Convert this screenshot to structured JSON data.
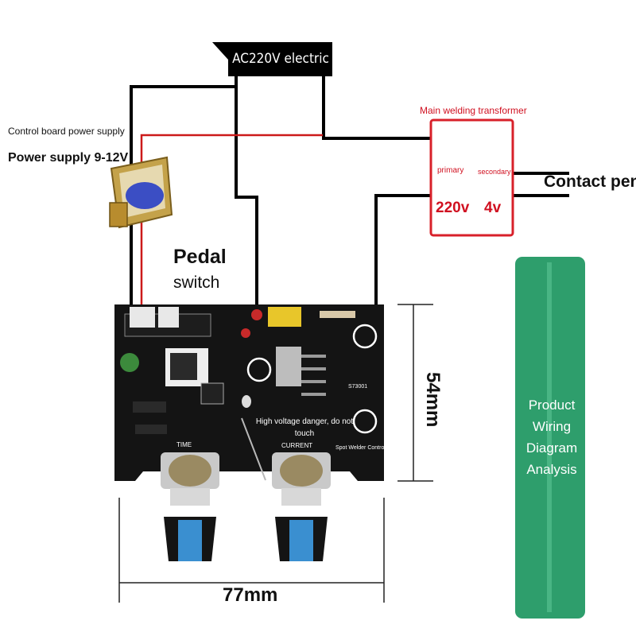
{
  "labels": {
    "ac": "AC220V electric",
    "control_board_supply": "Control board power supply",
    "power_supply": "Power supply 9-12V",
    "pedal": "Pedal",
    "switch": "switch",
    "transformer_title": "Main welding transformer",
    "primary": "primary",
    "secondary": "secondary",
    "v220": "220v",
    "v4": "4v",
    "contact_pen": "Contact pen",
    "height": "54mm",
    "width": "77mm"
  },
  "pcb": {
    "warning": "High voltage danger, do not touch",
    "time": "TIME",
    "current": "CURRENT",
    "model": "Spot Welder Controller",
    "code": "S73001"
  },
  "panel": {
    "text": "Product Wiring Diagram Analysis"
  },
  "colors": {
    "wire": "#000000",
    "red_wire": "#cc1a1a",
    "pcb": "#141414",
    "transformer_border": "#d8202a",
    "panel": "#2e9e6c",
    "knob_blue": "#3a8fd0"
  }
}
